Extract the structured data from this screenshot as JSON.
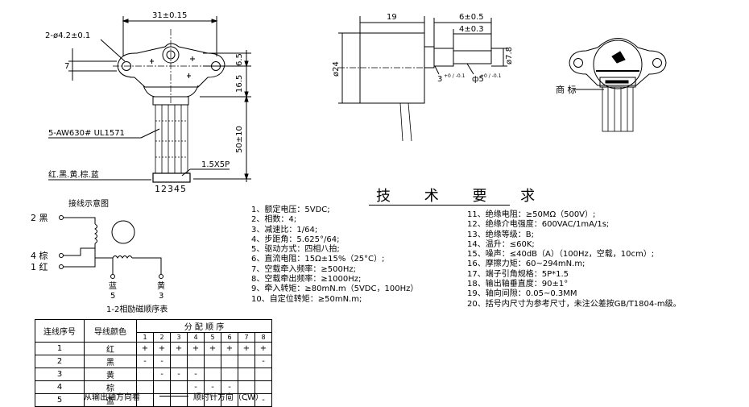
{
  "front_view": {
    "dim_width": "31±0.15",
    "dim_holes": "2-ø4.2±0.1",
    "dim_7": "7",
    "dim_6_5": "6.5",
    "dim_16_5": "16.5",
    "dim_50": "50±10",
    "cable_label": "5-AW630# UL1571",
    "wire_colors": "红.黑.黄.棕.蓝",
    "strip_length": "1.5X5P",
    "pin_numbers": "12345"
  },
  "side_view": {
    "dim_19": "19",
    "dim_6_5": "6±0.5",
    "dim_4": "4±0.3",
    "dim_diameter": "ø24",
    "dim_phi_7_8": "ø7.8",
    "dim_3": "3",
    "dim_3_tol": "+0 / -0.1",
    "dim_phi5": "ф5",
    "dim_phi5_tol": "+0 / -0.1"
  },
  "product_view": {
    "trademark_label": "商 标"
  },
  "wiring": {
    "title": "接线示意图",
    "wire_2": "2 黑",
    "wire_4": "4 棕",
    "wire_1": "1 红",
    "wire_5_color": "蓝",
    "wire_5_num": "5",
    "wire_3_color": "黄",
    "wire_3_num": "3",
    "caption": "1-2相励磁顺序表"
  },
  "spec_title": "技 术 要 求",
  "specs_left": [
    "1、额定电压：5VDC;",
    "2、相数：4;",
    "3、减速比：1/64;",
    "4、步距角：5.625°/64;",
    "5、驱动方式：四相八拍;",
    "6、直流电阻：15Ω±15%（25°C）;",
    "7、空载牵入频率：≥500Hz;",
    "8、空载牵出频率：≥1000Hz;",
    "9、牵入转矩：≥80mN.m（5VDC，100Hz）",
    "10、自定位转矩：≥50mN.m;"
  ],
  "specs_right": [
    "11、绝缘电阻：≥50MΩ（500V）;",
    "12、绝缘介电强度：600VAC/1mA/1s;",
    "13、绝缘等级：B;",
    "14、温升：≤60K;",
    "15、噪声：≤40dB（A）（100Hz，空载，10cm）;",
    "16、摩擦力矩：60~294mN.m;",
    "17、端子引角规格：5P*1.5",
    "18、输出轴垂直度：90±1°",
    "19、轴向间隙：0.05~0.3MM",
    "20、括号内尺寸为参考尺寸，未注公差按GB/T1804-m级。"
  ],
  "sequence_table": {
    "col_wire_no": "连线序号",
    "col_wire_color": "导线颜色",
    "col_sequence": "分 配 顺 序",
    "steps": [
      "1",
      "2",
      "3",
      "4",
      "5",
      "6",
      "7",
      "8"
    ],
    "rows": [
      {
        "no": "1",
        "color": "红",
        "cells": [
          "+",
          "+",
          "+",
          "+",
          "+",
          "+",
          "+",
          "+"
        ]
      },
      {
        "no": "2",
        "color": "黑",
        "cells": [
          "-",
          "-",
          "",
          "",
          "",
          "",
          "",
          "-"
        ]
      },
      {
        "no": "3",
        "color": "黄",
        "cells": [
          "",
          "-",
          "-",
          "-",
          "",
          "",
          "",
          ""
        ]
      },
      {
        "no": "4",
        "color": "棕",
        "cells": [
          "",
          "",
          "",
          "-",
          "-",
          "-",
          "",
          ""
        ]
      },
      {
        "no": "5",
        "color": "蓝",
        "cells": [
          "",
          "",
          "",
          "",
          "",
          "-",
          "-",
          "-"
        ]
      }
    ],
    "footer_left": "从输出轴方向看",
    "footer_right": "顺时针方向（CW）"
  }
}
